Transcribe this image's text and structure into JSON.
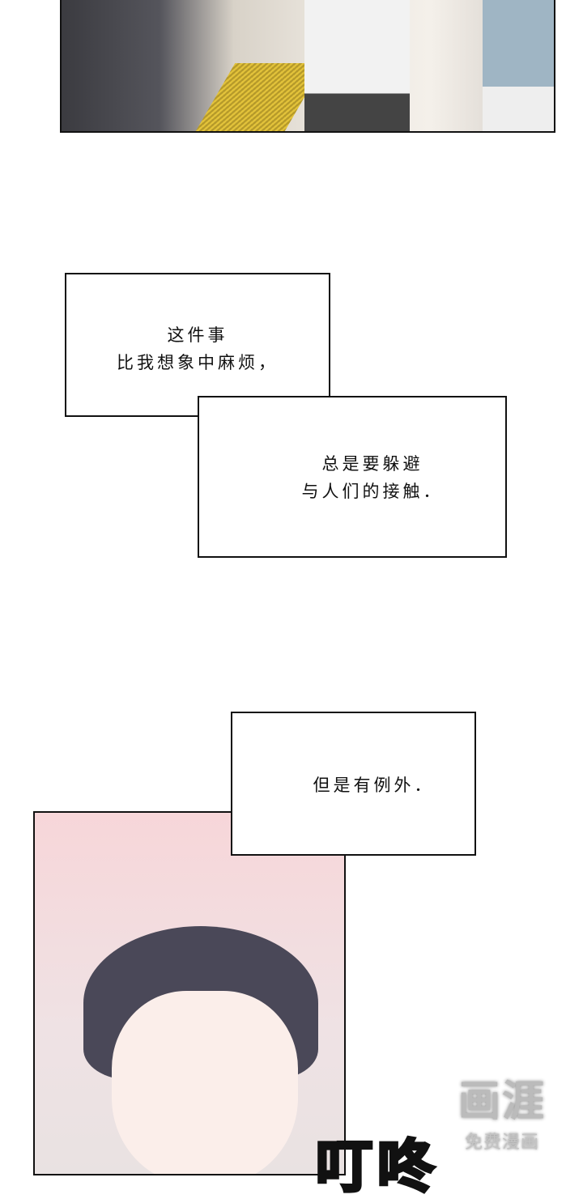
{
  "captions": {
    "box1": [
      "这件事",
      "比我想象中麻烦，"
    ],
    "box2": [
      "总是要躲避",
      "与人们的接触．"
    ],
    "box3": "但是有例外．"
  },
  "sound_effect": "叮咚",
  "watermark": {
    "logo": "画涯",
    "subtitle": "免费漫画"
  },
  "colors": {
    "sfx": "#e8144a",
    "panel_bg": "#f7d6d9"
  }
}
